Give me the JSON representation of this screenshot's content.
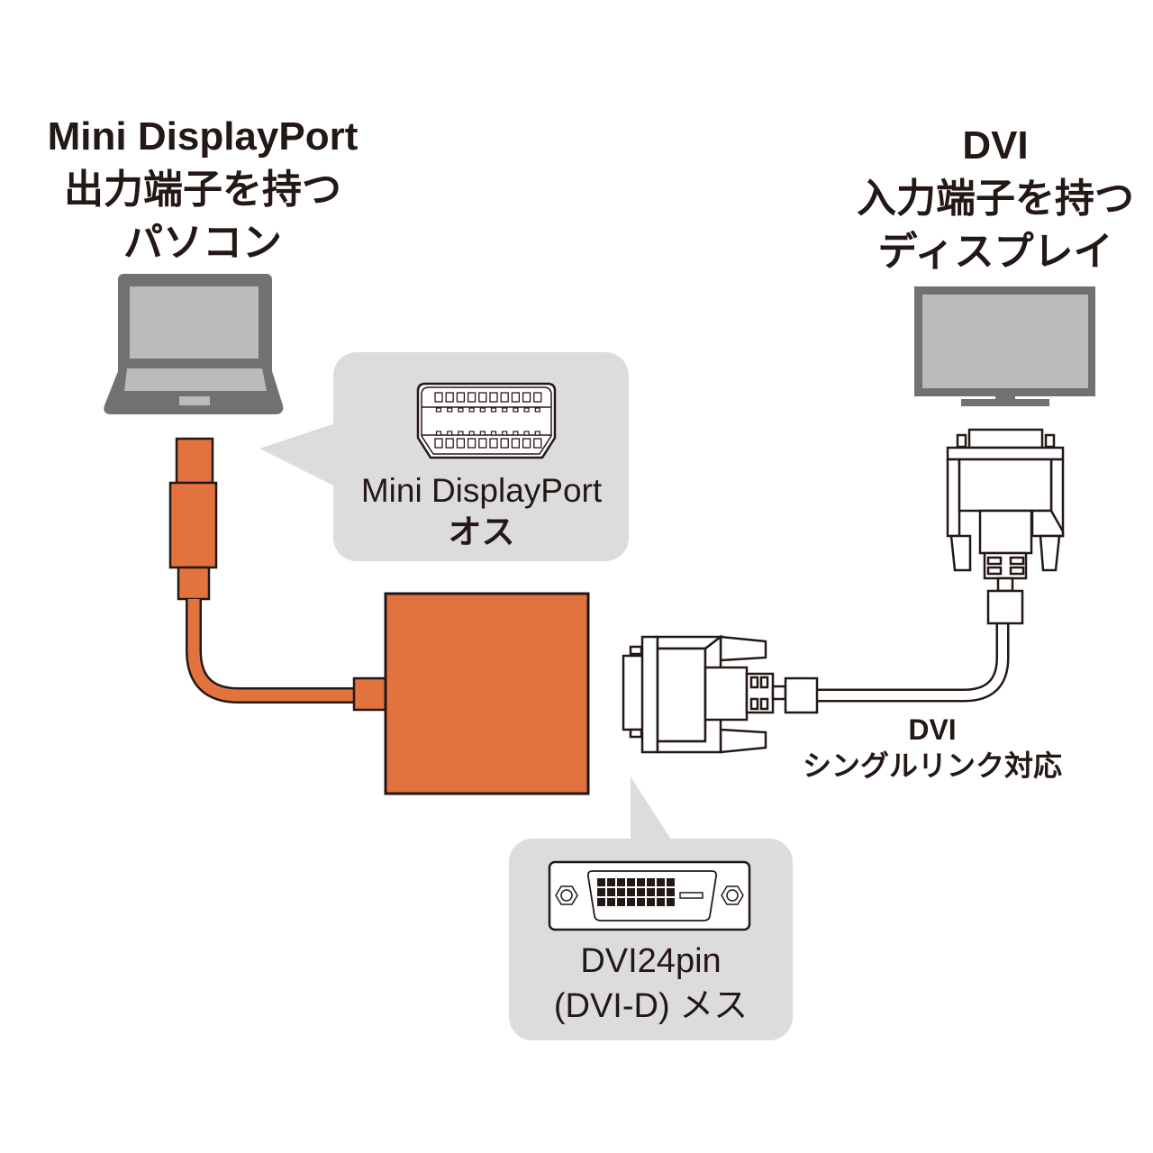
{
  "colors": {
    "adapter_orange": "#E2733F",
    "outline": "#231815",
    "device_dark": "#727171",
    "device_screen": "#BBBBBB",
    "callout_bg": "#DCDCDC",
    "background": "#FFFFFF"
  },
  "pc": {
    "label_lines": [
      "Mini DisplayPort",
      "出力端子を持つ",
      "パソコン"
    ],
    "icon": "laptop-icon"
  },
  "display": {
    "label_lines": [
      "DVI",
      "入力端子を持つ",
      "ディスプレイ"
    ],
    "icon": "monitor-icon"
  },
  "callouts": {
    "mini_displayport": {
      "lines": [
        "Mini DisplayPort",
        "オス"
      ],
      "icon": "mini-displayport-connector-icon",
      "pin_rows": 2,
      "pins_per_row": 10
    },
    "dvi": {
      "lines": [
        "DVI24pin",
        "(DVI-D) メス"
      ],
      "icon": "dvi-d-female-connector-icon",
      "pin_rows": 3,
      "pins_per_row": 8
    }
  },
  "cable": {
    "lines": [
      "DVI",
      "シングルリンク対応"
    ]
  }
}
